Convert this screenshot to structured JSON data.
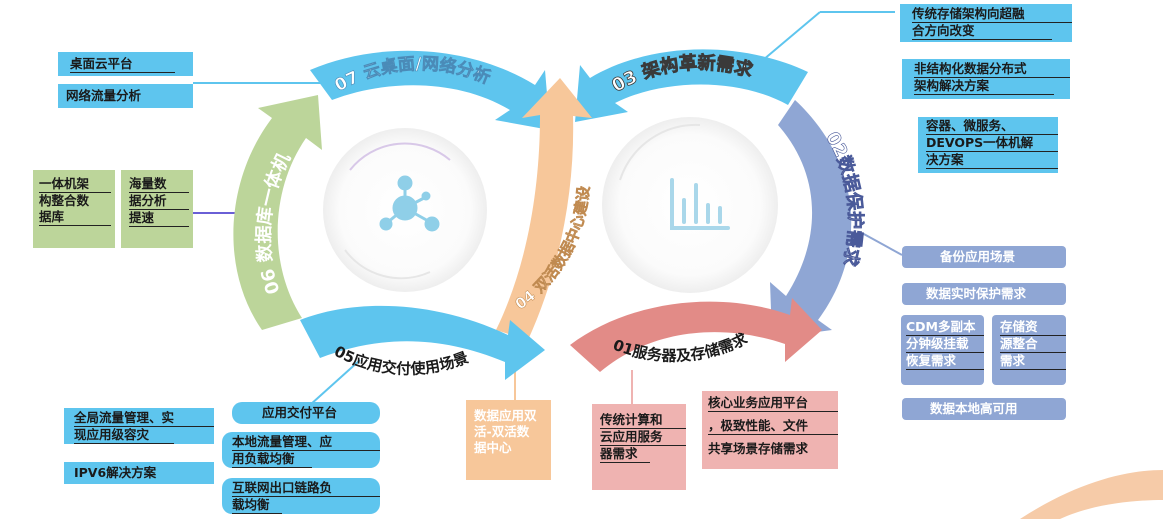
{
  "arrows": {
    "a07": "07 云桌面/网络分析",
    "a03": "03 架构革新需求",
    "a06": "06 数据库一体机",
    "a02": "02数据保护需求",
    "a04": "04 双活数据中心建设",
    "a05": "05应用交付使用场景",
    "a01": "01服务器及存储需求"
  },
  "left_top": {
    "desktop_cloud": "桌面云平台",
    "net_traffic": "网络流量分析"
  },
  "left_mid": {
    "box1": [
      "一体机架",
      "构整合数",
      "据库"
    ],
    "box2": [
      "海量数",
      "据分析",
      "提速"
    ]
  },
  "right_top": {
    "box1": [
      "传统存储架构向超融",
      "合方向改变"
    ],
    "box2": [
      "非结构化数据分布式",
      "架构解决方案"
    ],
    "box3": [
      "容器、微服务、",
      "DEVOPS一体机解",
      "决方案"
    ]
  },
  "right_mid": {
    "backup": "备份应用场景",
    "realtime": "数据实时保护需求",
    "cdm": [
      "CDM多副本",
      "分钟级挂载",
      "恢复需求"
    ],
    "storage": [
      "存储资",
      "源整合",
      "需求"
    ],
    "local_ha": "数据本地高可用"
  },
  "bottom_left": {
    "global": [
      "全局流量管理、实",
      "现应用级容灾"
    ],
    "ipv6": "IPV6解决方案",
    "app_platform": "应用交付平台",
    "local_lb": [
      "本地流量管理、应",
      "用负载均衡"
    ],
    "internet": [
      "互联网出口链路负",
      "载均衡"
    ]
  },
  "bottom_center": [
    "数据应用双",
    "活-双活数",
    "据中心"
  ],
  "bottom_right": {
    "traditional": [
      "传统计算和",
      "云应用服务",
      "器需求"
    ],
    "core": [
      "核心业务应用平台",
      "，极致性能、文件",
      "共享场景存储需求"
    ]
  },
  "colors": {
    "blue": "#5ec5ee",
    "green": "#bcd59a",
    "periwinkle": "#8fa6d4",
    "orange": "#f7c79a",
    "pink": "#efb3b1",
    "icon": "#9fd3ea"
  },
  "icons": [
    "network-molecule-icon",
    "bar-chart-icon"
  ]
}
